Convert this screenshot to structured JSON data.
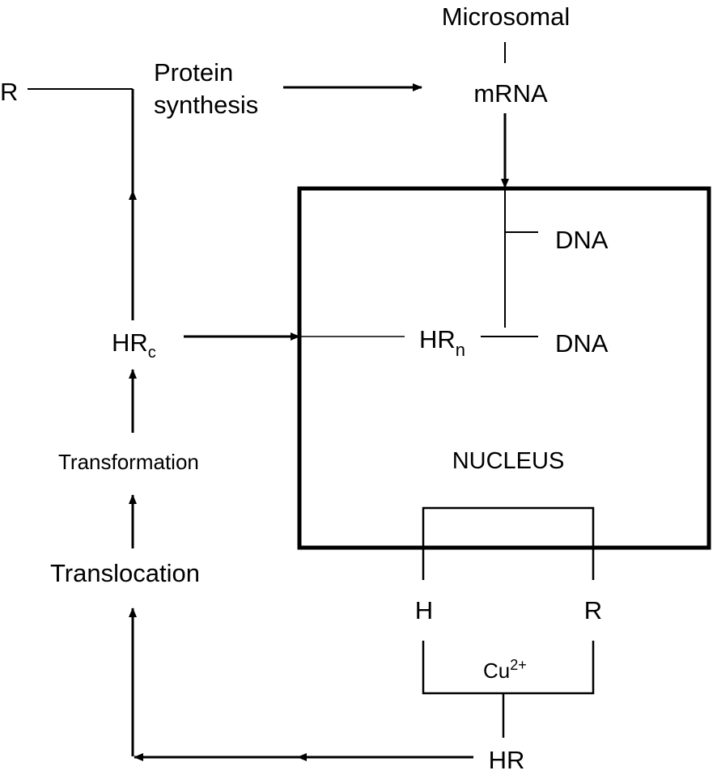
{
  "labels": {
    "microsomal": "Microsomal",
    "mrna": "mRNA",
    "r_top": "R",
    "protein": "Protein",
    "synthesis": "synthesis",
    "dna_upper": "DNA",
    "dna_lower": "DNA",
    "hrc_main": "HR",
    "hrc_sub": "c",
    "hrn_main": "HR",
    "hrn_sub": "n",
    "transformation": "Transformation",
    "nucleus": "NUCLEUS",
    "translocation": "Translocation",
    "h": "H",
    "r_bottom": "R",
    "cu_main": "Cu",
    "cu_sup": "2+",
    "hr_bottom": "HR"
  },
  "colors": {
    "ink": "#000000",
    "background": "#ffffff"
  }
}
